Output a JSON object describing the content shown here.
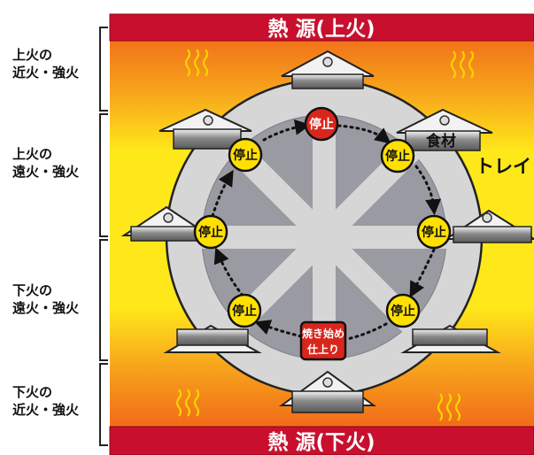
{
  "heat_top": "熱 源(上火)",
  "heat_bottom": "熱 源(下火)",
  "zones": [
    {
      "line1": "上火の",
      "line2": "近火・強火"
    },
    {
      "line1": "上火の",
      "line2": "遠火・強火"
    },
    {
      "line1": "下火の",
      "line2": "遠火・強火"
    },
    {
      "line1": "下火の",
      "line2": "近火・強火"
    }
  ],
  "food_label": "食材",
  "tray_label": "トレイ",
  "stop_label": "停止",
  "start_label_line1": "焼き始め",
  "start_label_line2": "仕上り",
  "colors": {
    "heater_red": "#c8102e",
    "gradient_outer": "#f06a1c",
    "gradient_inner": "#ffe81a",
    "stop_red": "#d9261c",
    "stop_yellow": "#ffe000",
    "tray_outer": "#d8d8d8",
    "tray_inner": "#9a9aa2"
  }
}
